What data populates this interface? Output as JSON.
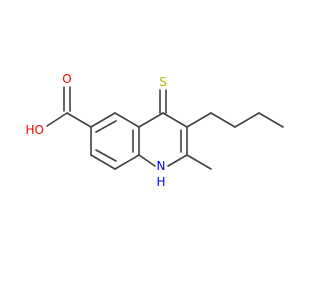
{
  "molecule": {
    "atom_labels": {
      "oxygen_carbonyl": "O",
      "hydroxyl": "HO",
      "sulfur": "S",
      "amine_n": "N",
      "amine_h": "H"
    },
    "colors": {
      "bond": "#404040",
      "oxygen": "#ff0000",
      "sulfur": "#b8b800",
      "nitrogen": "#0000ff"
    }
  }
}
